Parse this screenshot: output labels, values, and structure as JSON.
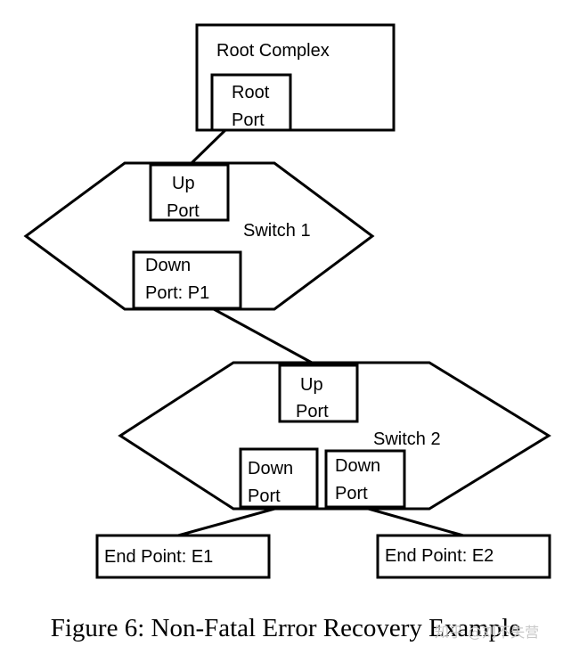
{
  "nodes": {
    "root_complex": {
      "label": "Root Complex"
    },
    "root_port": {
      "line1": "Root",
      "line2": "Port"
    },
    "switch1": {
      "label": "Switch 1",
      "up_port": {
        "line1": "Up",
        "line2": "Port"
      },
      "down_port": {
        "line1": "Down",
        "line2": "Port: P1"
      }
    },
    "switch2": {
      "label": "Switch 2",
      "up_port": {
        "line1": "Up",
        "line2": "Port"
      },
      "down_port_left": {
        "line1": "Down",
        "line2": "Port"
      },
      "down_port_right": {
        "line1": "Down",
        "line2": "Port"
      }
    },
    "endpoint_e1": {
      "label": "End Point: E1"
    },
    "endpoint_e2": {
      "label": "End Point: E2"
    }
  },
  "caption": "Figure 6: Non-Fatal Error Recovery Example",
  "watermark": "知乎 @刘不失营"
}
